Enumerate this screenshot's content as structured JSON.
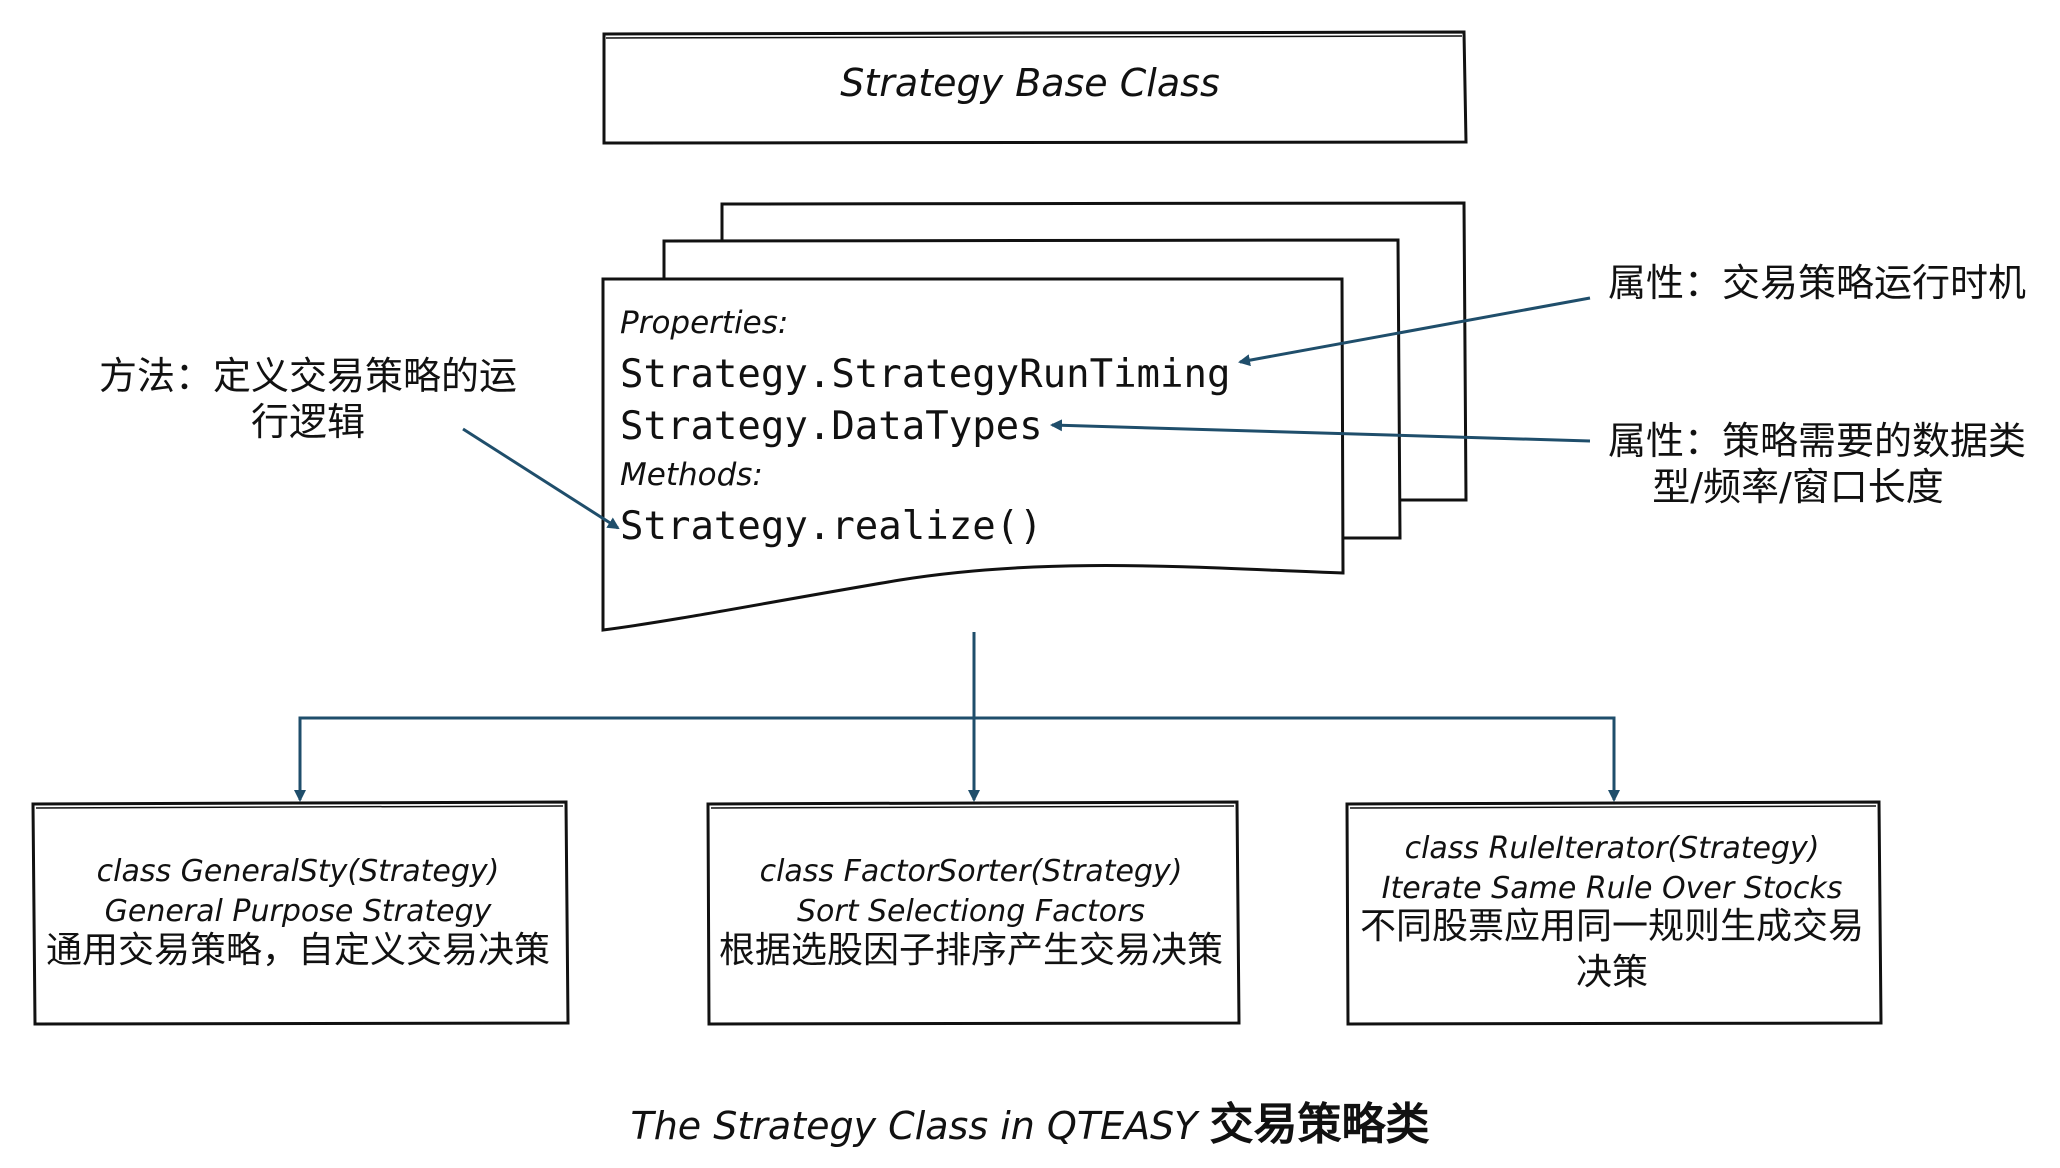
{
  "colors": {
    "stroke": "#111111",
    "connector": "#1f4e6b"
  },
  "base_class": {
    "title": "Strategy Base Class"
  },
  "strategy_card": {
    "properties_label": "Properties:",
    "property_1": "Strategy.StrategyRunTiming",
    "property_2": "Strategy.DataTypes",
    "methods_label": "Methods:",
    "method_1": "Strategy.realize()"
  },
  "annotations": {
    "method_line1": "方法：定义交易策略的运",
    "method_line2": "行逻辑",
    "property_1": "属性：交易策略运行时机",
    "property_2_line1": "属性：策略需要的数据类",
    "property_2_line2": "型/频率/窗口长度"
  },
  "subclasses": [
    {
      "class_name": "class GeneralSty(Strategy)",
      "description": "General Purpose Strategy",
      "zh": "通用交易策略，自定义交易决策"
    },
    {
      "class_name": "class FactorSorter(Strategy)",
      "description": "Sort Selectiong Factors",
      "zh": "根据选股因子排序产生交易决策"
    },
    {
      "class_name": "class RuleIterator(Strategy)",
      "description": "Iterate Same Rule Over Stocks",
      "zh_line1": "不同股票应用同一规则生成交易",
      "zh_line2": "决策"
    }
  ],
  "caption": {
    "en": "The Strategy Class in QTEASY",
    "zh": "交易策略类"
  }
}
